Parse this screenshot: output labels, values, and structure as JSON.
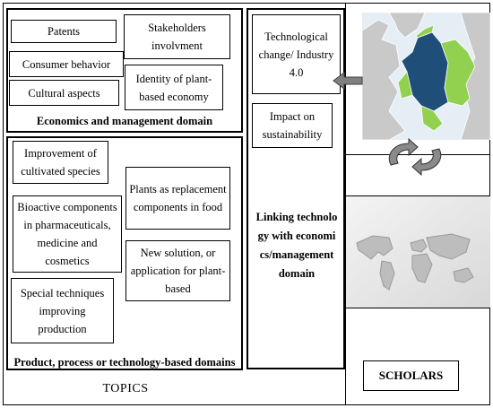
{
  "topics": {
    "label": "TOPICS",
    "econ_domain": {
      "label": "Economics and management domain",
      "items": {
        "patents": "Patents",
        "consumer_behavior": "Consumer behavior",
        "cultural_aspects": "Cultural aspects",
        "stakeholders": "Stakeholders involvment",
        "identity": "Identity of plant-based economy"
      }
    },
    "product_domain": {
      "label": "Product, process or technology-based domains",
      "items": {
        "improvement": "Improvement of cultivated species",
        "bioactive": "Bioactive components in pharmaceuticals, medicine and cosmetics",
        "special_techniques": "Special techniques improving production",
        "plants_replacement": "Plants as replacement components in food",
        "new_solution": "New solution, or application for plant-based"
      }
    }
  },
  "linking": {
    "tech_change": "Technological change/ Industry 4.0",
    "sustainability": "Impact on sustainability",
    "label": "Linking technology with economics/management domain"
  },
  "scholars": {
    "label": "SCHOLARS"
  },
  "colors": {
    "map_dark_blue": "#1f4e79",
    "map_light_green": "#92d050",
    "map_land_gray": "#c9c9c9",
    "sea_blue": "#e6eef5"
  }
}
